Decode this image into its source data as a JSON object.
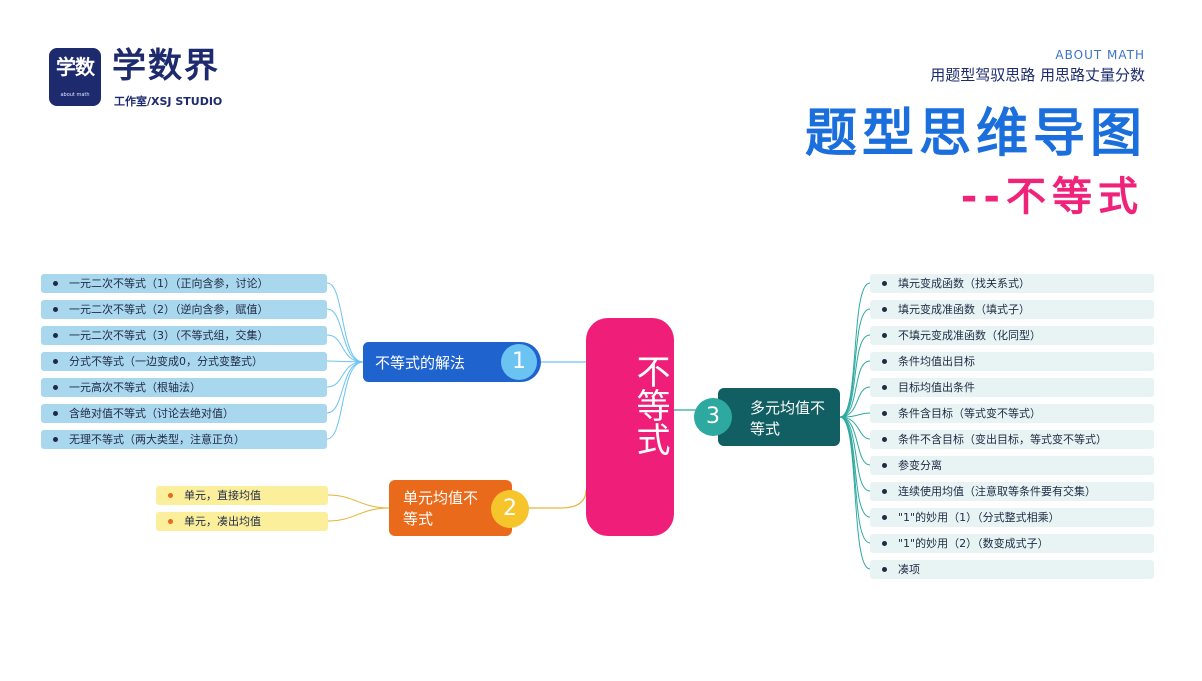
{
  "header": {
    "logo_glyph": "学数",
    "logo_sub": "about math",
    "brand_name": "学数界",
    "brand_sub": "工作室/XSJ STUDIO",
    "about": "ABOUT MATH",
    "slogan": "用题型驾驭思路  用思路丈量分数",
    "title_main": "题型思维导图",
    "title_sub": "--不等式"
  },
  "center": {
    "label": "不等式",
    "color": "#ee1e79"
  },
  "branch1": {
    "label": "不等式的解法",
    "num": "1",
    "color": "#1f63cf",
    "items": [
      "一元二次不等式（1）（正向含参，讨论）",
      "一元二次不等式（2）（逆向含参，赋值）",
      "一元二次不等式（3）（不等式组，交集）",
      "分式不等式（一边变成0，分式变整式）",
      "一元高次不等式（根轴法）",
      "含绝对值不等式（讨论去绝对值）",
      "无理不等式（两大类型，注意正负）"
    ]
  },
  "branch2": {
    "label": "单元均值不等式",
    "num": "2",
    "color": "#ea6a1b",
    "items": [
      "单元，直接均值",
      "单元，凑出均值"
    ]
  },
  "branch3": {
    "label": "多元均值不等式",
    "num": "3",
    "color": "#115f63",
    "items": [
      "填元变成函数（找关系式）",
      "填元变成准函数（填式子）",
      "不填元变成准函数（化同型）",
      "条件均值出目标",
      "目标均值出条件",
      "条件含目标（等式变不等式）",
      "条件不含目标（变出目标，等式变不等式）",
      "参变分离",
      "连续使用均值（注意取等条件要有交集）",
      "\"1\"的妙用（1）（分式整式相乘）",
      "\"1\"的妙用（2）（数变成式子）",
      "凑项"
    ]
  }
}
